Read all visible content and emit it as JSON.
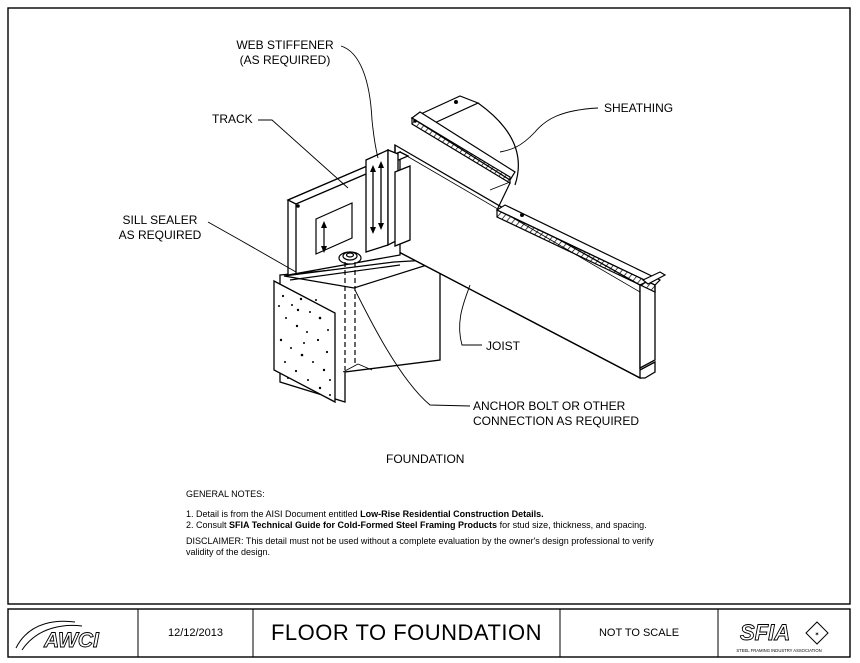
{
  "labels": {
    "web_stiffener_line1": "WEB STIFFENER",
    "web_stiffener_line2": "(AS REQUIRED)",
    "sheathing": "SHEATHING",
    "track": "TRACK",
    "sill_sealer_line1": "SILL SEALER",
    "sill_sealer_line2": "AS REQUIRED",
    "joist": "JOIST",
    "anchor_bolt_line1": "ANCHOR BOLT OR OTHER",
    "anchor_bolt_line2": "CONNECTION AS REQUIRED",
    "foundation": "FOUNDATION"
  },
  "notes": {
    "heading": "GENERAL NOTES:",
    "note1_prefix": "1. Detail is from the AISI Document entitled ",
    "note1_bold": "Low-Rise Residential Construction Details.",
    "note2_prefix": "2. Consult ",
    "note2_bold": "SFIA Technical Guide for Cold-Formed Steel Framing Products",
    "note2_suffix": " for stud size, thickness, and spacing.",
    "disclaimer_line1": "DISCLAIMER: This detail must not be used without a complete evaluation by the owner's design professional to verify",
    "disclaimer_line2": "validity of the design."
  },
  "title_block": {
    "left_logo": "AWCI",
    "date": "12/12/2013",
    "title": "FLOOR TO FOUNDATION",
    "scale": "NOT TO SCALE",
    "right_logo": "SFIA",
    "right_logo_tagline": "STEEL FRAMING INDUSTRY ASSOCIATION"
  },
  "colors": {
    "line": "#000000",
    "background": "#ffffff"
  }
}
